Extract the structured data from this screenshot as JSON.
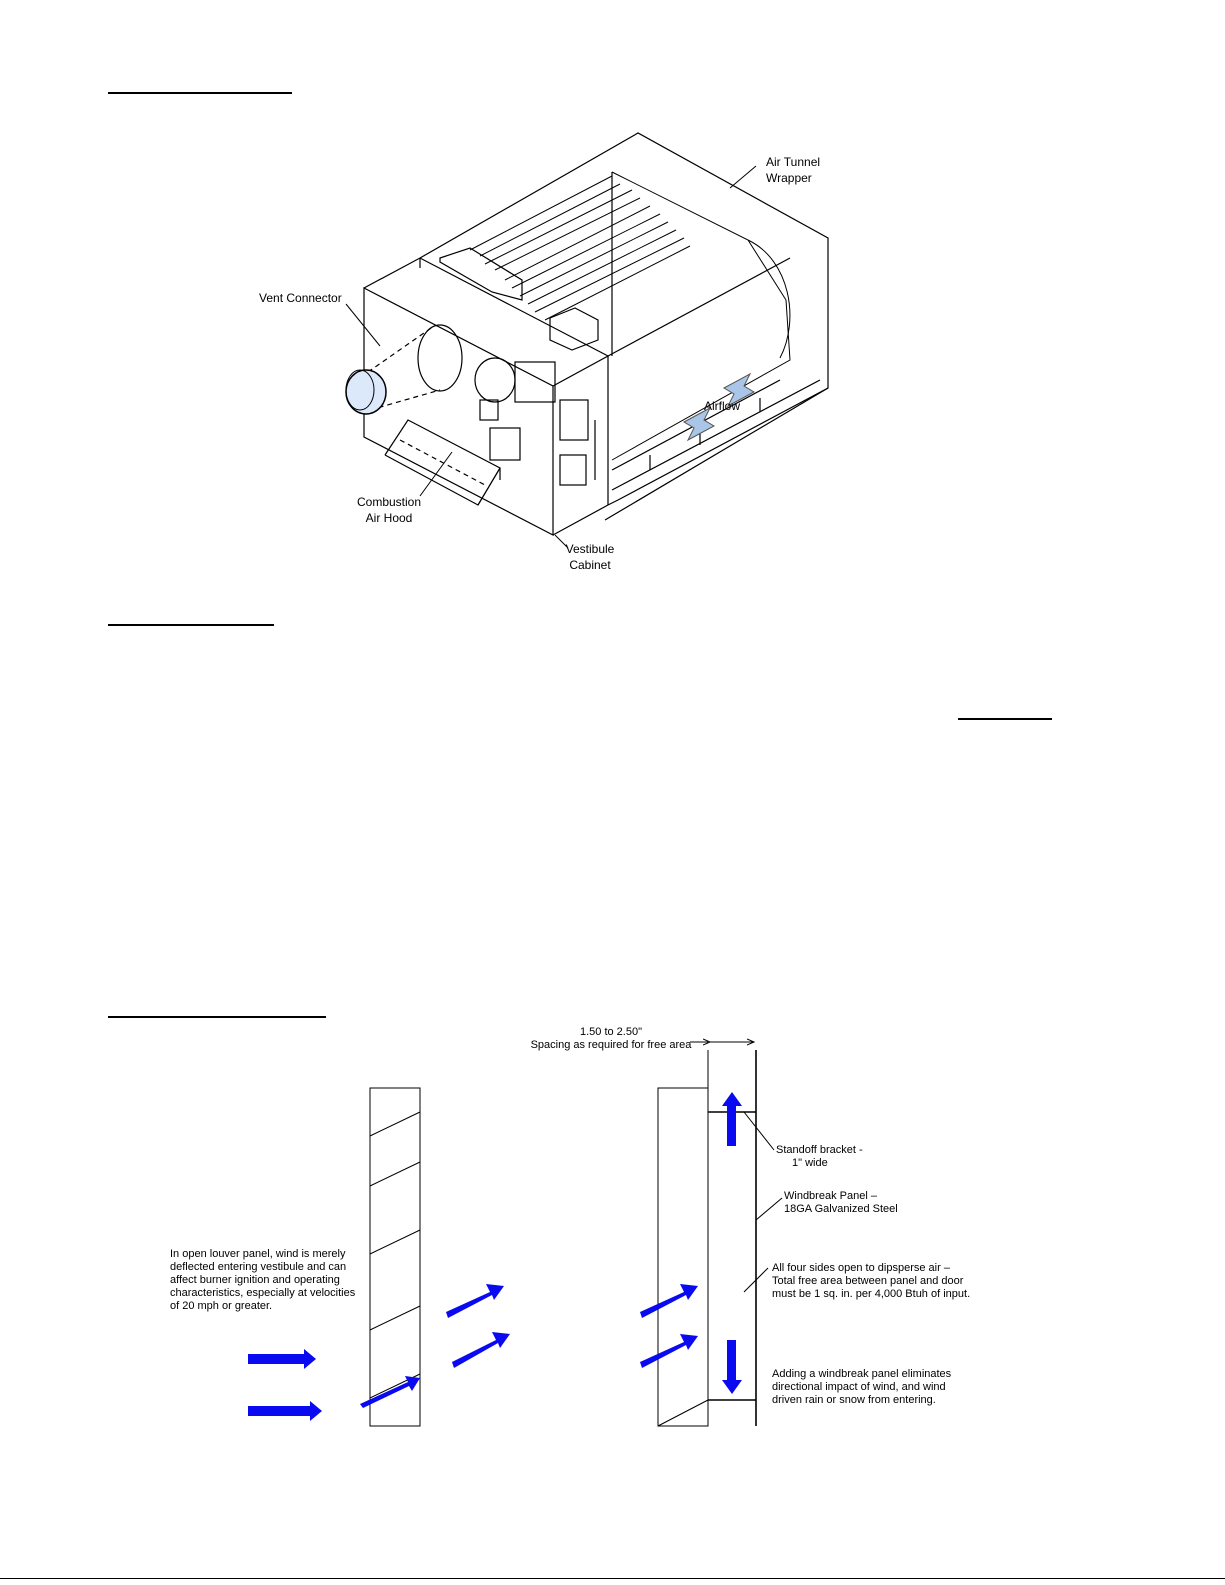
{
  "figure1": {
    "labels": {
      "air_tunnel_line1": "Air Tunnel",
      "air_tunnel_line2": "Wrapper",
      "vent_connector": "Vent Connector",
      "airflow": "Airflow",
      "combustion_line1": "Combustion",
      "combustion_line2": "Air Hood",
      "vestibule_line1": "Vestibule",
      "vestibule_line2": "Cabinet"
    }
  },
  "figure2": {
    "spacing_value": "1.50 to 2.50\"",
    "spacing_note": "Spacing as required for free area",
    "standoff_line1": "Standoff bracket -",
    "standoff_line2": "1\" wide",
    "windbreak_line1": "Windbreak Panel –",
    "windbreak_line2": "18GA Galvanized Steel",
    "open_sides_line1": "All four sides open to dipsperse air –",
    "open_sides_line2": "Total free area between panel and door",
    "open_sides_line3": "must be 1 sq. in. per 4,000 Btuh of input.",
    "louver_line1": "In open louver panel, wind is merely",
    "louver_line2": "deflected entering vestibule and can",
    "louver_line3": "affect burner ignition and operating",
    "louver_line4": "characteristics, especially at velocities",
    "louver_line5": "of 20 mph or greater.",
    "adding_line1": "Adding a windbreak panel eliminates",
    "adding_line2": "directional impact of wind, and wind",
    "adding_line3": "driven rain or snow from entering."
  },
  "colors": {
    "arrow_blue": "#0a0af0",
    "airflow_arrow_fill": "#a9c6e8",
    "vent_cap_fill": "#dbe9fb"
  }
}
